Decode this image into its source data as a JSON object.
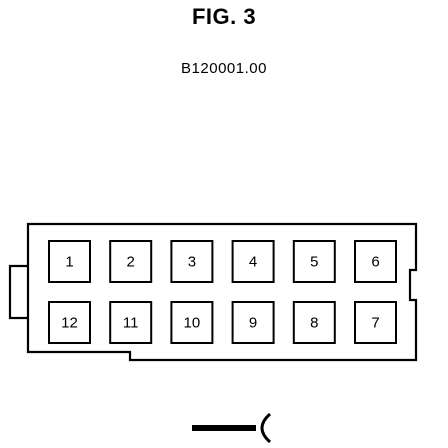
{
  "figure": {
    "title": "FIG. 3",
    "reference": "B120001.00"
  },
  "connector": {
    "pins_top": [
      "1",
      "2",
      "3",
      "4",
      "5",
      "6"
    ],
    "pins_bottom": [
      "12",
      "11",
      "10",
      "9",
      "8",
      "7"
    ]
  },
  "colors": {
    "ink": "#000000",
    "background": "#ffffff"
  }
}
